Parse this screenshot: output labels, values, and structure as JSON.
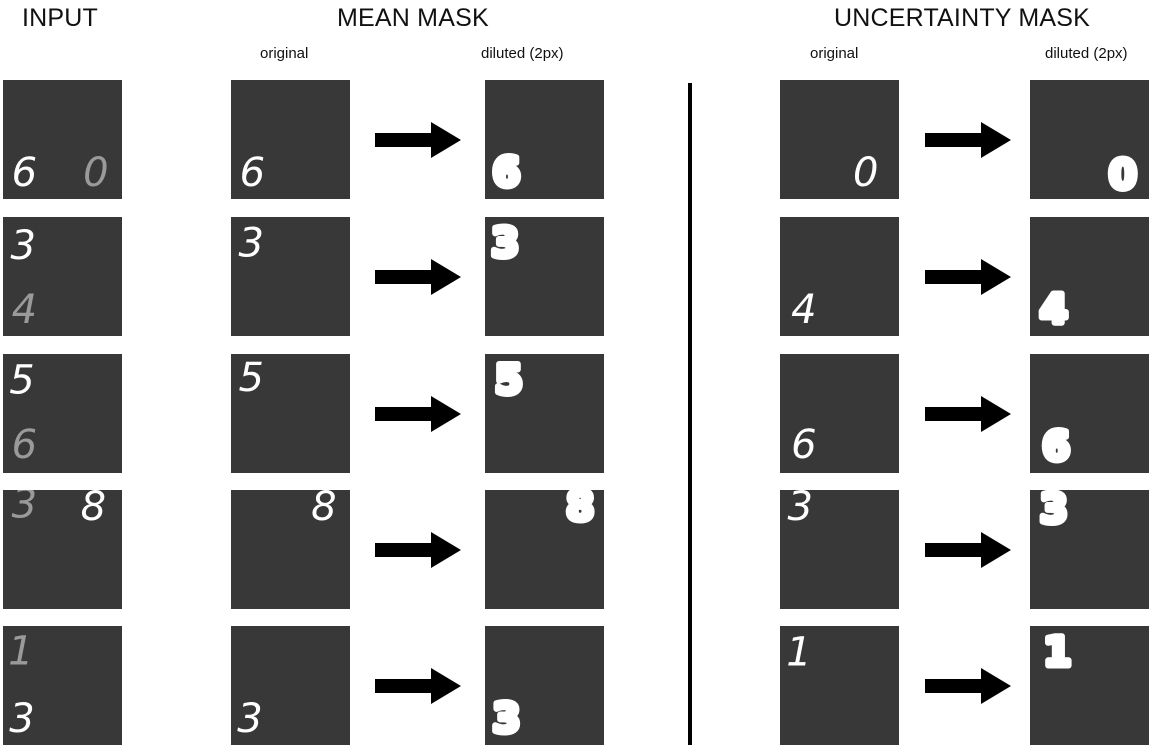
{
  "headings": {
    "input": "INPUT",
    "mean_mask": "MEAN MASK",
    "uncertainty_mask": "UNCERTAINTY MASK"
  },
  "sublabels": {
    "mean_original": "original",
    "mean_diluted": "diluted (2px)",
    "unc_original": "original",
    "unc_diluted": "diluted (2px)"
  },
  "colors": {
    "panel_background": "#383838",
    "primary_digit": "#ffffff",
    "secondary_digit": "#9a9a9a",
    "arrow": "#000000",
    "divider": "#000000"
  },
  "rows": [
    {
      "input": [
        "6",
        "0"
      ],
      "mean_digit": "6",
      "uncertainty_digit": "0"
    },
    {
      "input": [
        "3",
        "4"
      ],
      "mean_digit": "3",
      "uncertainty_digit": "4"
    },
    {
      "input": [
        "5",
        "6"
      ],
      "mean_digit": "5",
      "uncertainty_digit": "6"
    },
    {
      "input": [
        "3",
        "8"
      ],
      "mean_digit": "8",
      "uncertainty_digit": "3"
    },
    {
      "input": [
        "1",
        "3"
      ],
      "mean_digit": "3",
      "uncertainty_digit": "1"
    }
  ]
}
